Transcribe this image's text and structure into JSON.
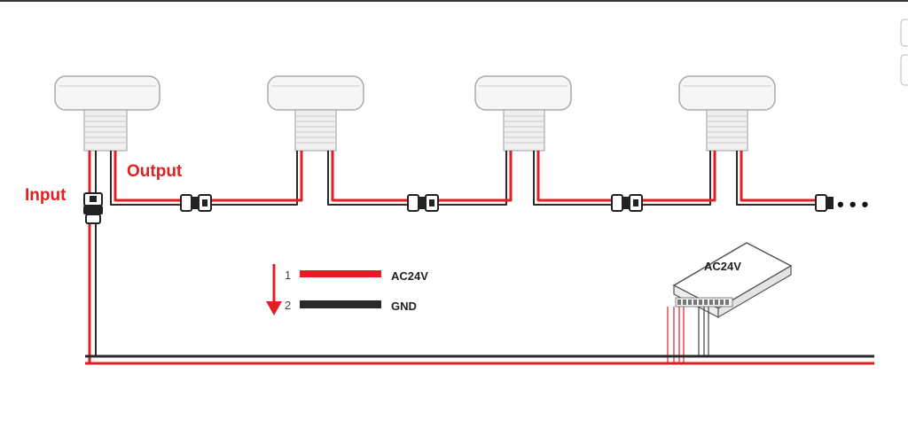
{
  "labels": {
    "input": "Input",
    "output": "Output",
    "wire1_number": "1",
    "wire1_voltage": "AC24V",
    "wire2_number": "2",
    "wire2_name": "GND",
    "power_supply": "AC24V",
    "continuation": "• • •"
  },
  "colors": {
    "red_wire": "#e01e24",
    "black_wire": "#2a2a2a",
    "light_body": "#f4f4f4",
    "outline": "#9a9a9a",
    "label_red": "#e02020"
  }
}
